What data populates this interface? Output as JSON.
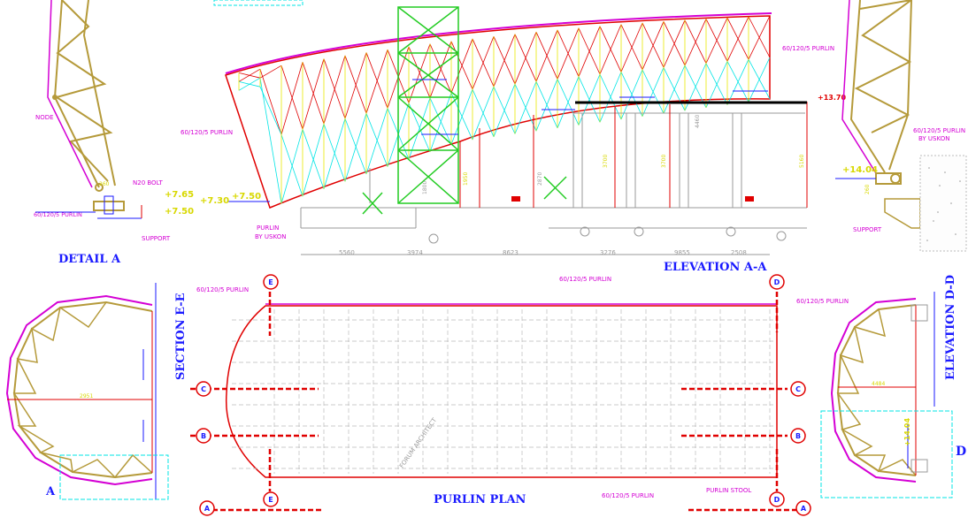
{
  "titles": {
    "detail_a": "DETAIL A",
    "elevation_aa": "ELEVATION A-A",
    "section_ee": "SECTION E-E",
    "purlin_plan": "PURLIN PLAN",
    "elevation_dd": "ELEVATION D-D"
  },
  "detail_a": {
    "node": "NODE",
    "bolt": "N20 BOLT",
    "purlin": "60/120/5 PURLIN",
    "support": "SUPPORT",
    "level_top": "+7.65",
    "level_bottom": "+7.50",
    "dim": "260"
  },
  "elevation_aa": {
    "purlin_top": "60/120/5 PURLIN",
    "purlin_left": "60/120/5 PURLIN",
    "purlin_uskon_1": "PURLIN",
    "purlin_uskon_2": "BY USKON",
    "level_max": "+13.70",
    "level_1": "+7.30",
    "level_2": "+7.50",
    "dims_bottom": [
      "5560",
      "3974",
      "8623",
      "3276",
      "9855",
      "2508"
    ],
    "dims_vertical": [
      "1800",
      "1950",
      "2870",
      "3700",
      "3700",
      "4460",
      "5160"
    ]
  },
  "right_detail": {
    "purlin_1": "60/120/5 PURLIN",
    "purlin_2": "BY USKON",
    "level": "+14.04",
    "support": "SUPPORT",
    "dim": "260"
  },
  "section_ee": {
    "label_a": "A",
    "purlin": "60/120/5 PURLIN",
    "span": "2951"
  },
  "purlin_plan": {
    "purlin_top": "60/120/5 PURLIN",
    "purlin_right": "60/120/5 PURLIN",
    "purlin_left": "60/120/5 PURLIN",
    "purlin_bottom": "60/120/5 PURLIN",
    "purlin_stool": "PURLIN STOOL",
    "watermark": "FORUM ARCHITECT",
    "markers": [
      "E",
      "D",
      "C",
      "C",
      "B",
      "B",
      "E",
      "D",
      "A",
      "A"
    ]
  },
  "elevation_dd": {
    "purlin": "60/120/5 PURLIN",
    "label_d": "D",
    "dim": "4484",
    "level": "+14.04"
  },
  "colors": {
    "title_blue": "#1a1aff",
    "annotation_magenta": "#d400d4",
    "dimension_yellow": "#d8d800",
    "member_red": "#e00000",
    "member_cyan": "#00e5e5",
    "frame_gold": "#b59a3a",
    "scaffold_green": "#22cc22"
  }
}
